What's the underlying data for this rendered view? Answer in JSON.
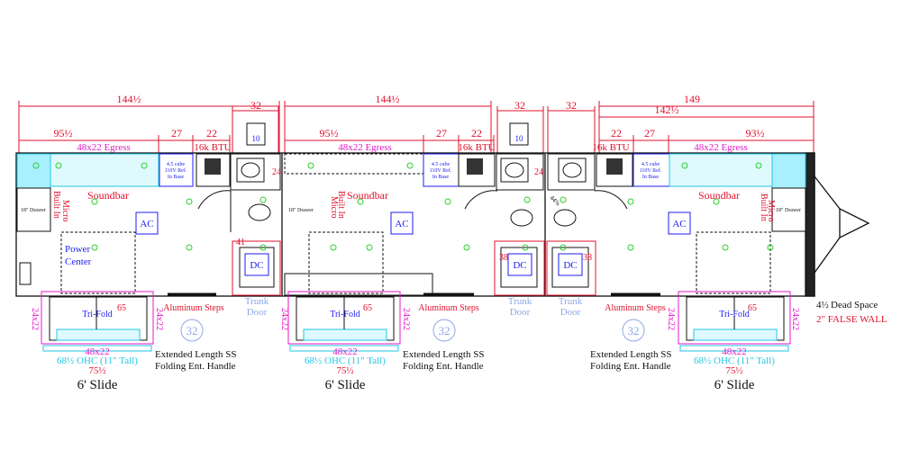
{
  "colors": {
    "dim": "#e0102c",
    "magenta": "#e619c8",
    "blue": "#1d1df0",
    "cyan": "#22c6e6",
    "lightblue": "#8ea7e6",
    "green": "#2bd02b",
    "black": "#111111",
    "gray": "#777777"
  },
  "top_dims": {
    "overall_1": "144½",
    "overall_2": "144½",
    "overall_3": "149",
    "sub_142": "142½",
    "d95_1": "95½",
    "d95_2": "95½",
    "d93": "93½",
    "d27_1": "27",
    "d27_2": "27",
    "d27_3": "27",
    "d22_1": "22",
    "d22_2": "22",
    "d22_3": "22",
    "d32_1": "32",
    "d32_2": "32",
    "d32_3": "32"
  },
  "labels": {
    "egress": "48x22 Egress",
    "btu": "16k BTU",
    "fridge": [
      "4.5 cube",
      "110V Ref.",
      "In Base"
    ],
    "soundbar": "Soundbar",
    "micro": [
      "Micro",
      "Built In"
    ],
    "drawer": "18\" Drawer",
    "ac": "AC",
    "dc": "DC",
    "power_center": [
      "Power",
      "Center"
    ],
    "tank10": "10",
    "d24": "24",
    "d41": "41",
    "d38": "38",
    "d44": "44⅝",
    "trifold": "Tri-Fold",
    "d65": "65",
    "side24": "24x22",
    "bottom_egress": "48x22",
    "ohc": "68½ OHC (11\" Tall)",
    "d75": "75½",
    "steps": "Aluminum Steps",
    "steps_num": "32",
    "trunk": [
      "Trunk",
      "Door"
    ],
    "handle": [
      "Extended Length SS",
      "Folding Ent. Handle"
    ],
    "slide": "6' Slide",
    "dead_space_num": "4½",
    "dead_space": "Dead Space",
    "false_wall": "2\" FALSE WALL"
  }
}
